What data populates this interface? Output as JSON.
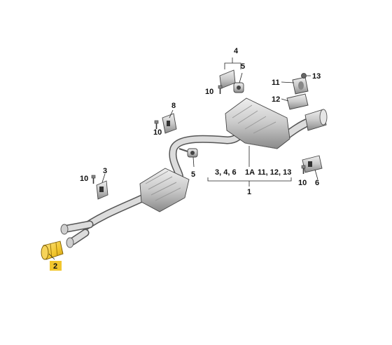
{
  "callouts": {
    "c1": "1",
    "c1a": "1A",
    "c2": "2",
    "c3": "3",
    "c4": "4",
    "c5_top": "5",
    "c5_mid": "5",
    "c6": "6",
    "c8": "8",
    "c10_a": "10",
    "c10_b": "10",
    "c10_c": "10",
    "c10_d": "10",
    "c11": "11",
    "c12": "12",
    "c13": "13",
    "c346": "3, 4, 6",
    "c111213": "11, 12, 13"
  },
  "colors": {
    "highlight": "#f2c62e",
    "metal_light": "#d6d6d6",
    "metal_mid": "#b0b0b0",
    "metal_dark": "#6e6e6e",
    "line": "#222222"
  }
}
